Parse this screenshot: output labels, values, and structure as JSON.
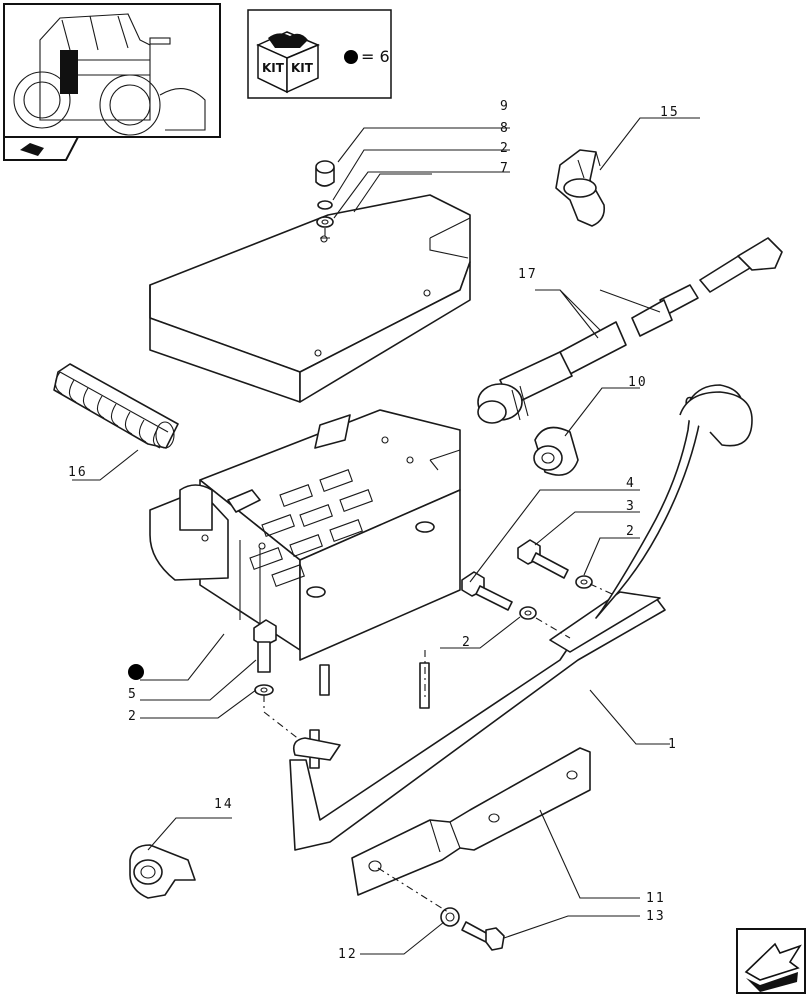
{
  "kit": {
    "box_label_1": "KIT",
    "box_label_2": "KIT",
    "legend_text": "= 6",
    "accent": "#000000"
  },
  "icons": {
    "tractor": "tractor-thumbnail-icon",
    "small": "book-arrow-icon",
    "next": "next-page-arrow-icon"
  },
  "callouts": [
    {
      "id": "c9",
      "label": "9"
    },
    {
      "id": "c8",
      "label": "8"
    },
    {
      "id": "c2a",
      "label": "2"
    },
    {
      "id": "c7",
      "label": "7"
    },
    {
      "id": "c15",
      "label": "15"
    },
    {
      "id": "c17",
      "label": "17"
    },
    {
      "id": "c10",
      "label": "10"
    },
    {
      "id": "c16",
      "label": "16"
    },
    {
      "id": "c4",
      "label": "4"
    },
    {
      "id": "c3",
      "label": "3"
    },
    {
      "id": "c2b",
      "label": "2"
    },
    {
      "id": "c2c",
      "label": "2"
    },
    {
      "id": "c5",
      "label": "5"
    },
    {
      "id": "c2d",
      "label": "2"
    },
    {
      "id": "c1",
      "label": "1"
    },
    {
      "id": "c14",
      "label": "14"
    },
    {
      "id": "c11",
      "label": "11"
    },
    {
      "id": "c12",
      "label": "12"
    },
    {
      "id": "c13",
      "label": "13"
    }
  ]
}
